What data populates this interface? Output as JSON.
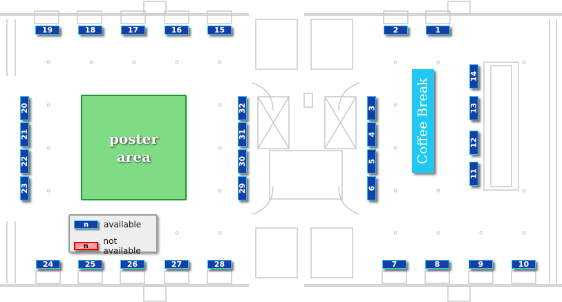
{
  "booths": {
    "top": [
      "19",
      "18",
      "17",
      "16",
      "15",
      "2",
      "1"
    ],
    "bottom": [
      "24",
      "25",
      "26",
      "27",
      "28",
      "7",
      "8",
      "9",
      "10"
    ],
    "left": [
      "20",
      "21",
      "22",
      "23"
    ],
    "center_left": [
      "32",
      "31",
      "30",
      "29"
    ],
    "center_right": [
      "3",
      "4",
      "5",
      "6"
    ],
    "right": [
      "14",
      "13",
      "12",
      "11"
    ]
  },
  "poster_area": {
    "line1": "poster",
    "line2": "area"
  },
  "coffee_break": "Coffee Break",
  "legend": {
    "swatch_label": "n",
    "available": "available",
    "not_available": "not available"
  },
  "colors": {
    "available": "#1240a8",
    "poster": "#7fdc85",
    "coffee": "#1ec8f2",
    "not_available": "#e00000"
  }
}
